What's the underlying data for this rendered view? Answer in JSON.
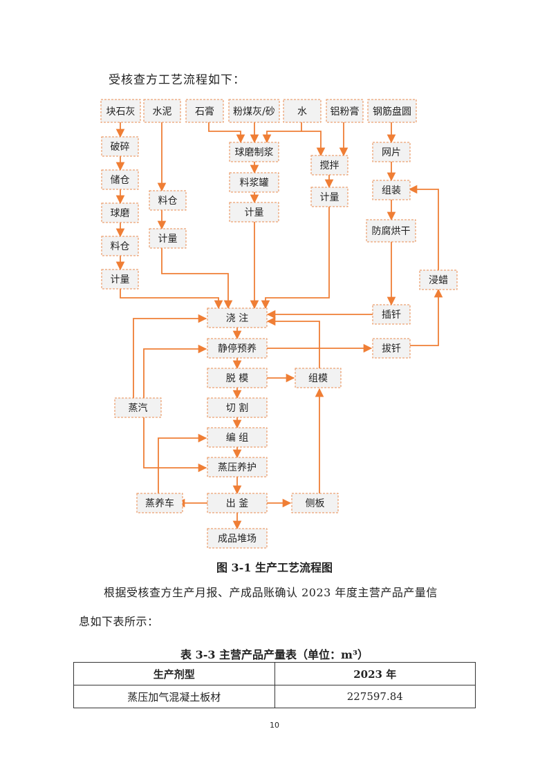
{
  "intro": "受核查方工艺流程如下：",
  "flow_nodes": {
    "quicklime": "块石灰",
    "cement": "水泥",
    "gypsum": "石膏",
    "flyash_sand": "粉煤灰/砂",
    "water": "水",
    "aluminum_paste": "铝粉膏",
    "rebar_coil": "钢筋盘圆",
    "crushing": "破碎",
    "storage_bin1": "储仓",
    "ball_mill": "球磨",
    "material_bin1": "料仓",
    "metering1": "计量",
    "material_bin2": "料仓",
    "metering2": "计量",
    "ball_mill_slurry": "球磨制浆",
    "slurry_tank": "料浆罐",
    "metering3": "计量",
    "stirring": "搅拌",
    "metering4": "计量",
    "mesh": "网片",
    "assembly": "组装",
    "anticorrosion_drying": "防腐烘干",
    "wax_dip": "浸蜡",
    "pouring": "浇 注",
    "static_precuring": "静停预养",
    "demolding": "脱 模",
    "mold_assembly": "组模",
    "steam": "蒸汽",
    "cutting": "切 割",
    "grouping": "编 组",
    "autoclave_curing": "蒸压养护",
    "curing_cart": "蒸养车",
    "kiln_out": "出 釜",
    "side_plate": "侧板",
    "product_yard": "成品堆场",
    "pin_insert": "插钎",
    "pin_pull": "拔钎"
  },
  "figure_caption": "图 3-1  生产工艺流程图",
  "para1": "根据受核查方生产月报、产成品账确认 2023 年度主营产品产量信",
  "para2": "息如下表所示：",
  "table_caption": "表 3-3  主营产品产量表（单位：m³）",
  "table": {
    "headers": [
      "生产剂型",
      "2023 年"
    ],
    "rows": [
      [
        "蒸压加气混凝土板材",
        "227597.84"
      ]
    ]
  },
  "page_number": "10",
  "colors": {
    "arrow": "#ef7e35",
    "node_border": "#e98b4f",
    "node_fill": "#f2f2f2"
  }
}
